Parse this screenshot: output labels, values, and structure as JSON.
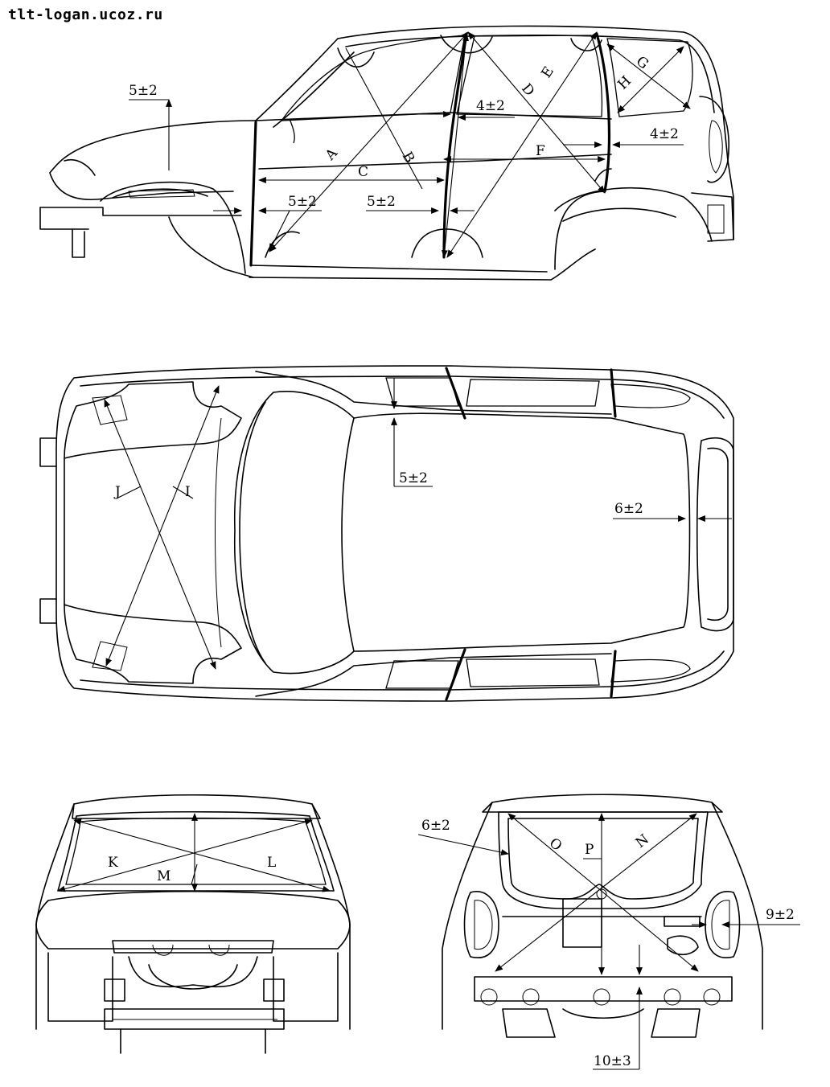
{
  "watermark": "tlt-logan.ucoz.ru",
  "tolerances": {
    "side_roof_front": "5±2",
    "side_belt": "4±2",
    "side_rear_pillar": "4±2",
    "side_front_door_bottom": "5±2",
    "side_center_pillar": "5±2",
    "top_roof": "5±2",
    "top_rear_window": "6±2",
    "rear_hatch_left": "6±2",
    "rear_lamp_right": "9±2",
    "rear_bottom": "10±3"
  },
  "labels": {
    "A": "A",
    "B": "B",
    "C": "C",
    "D": "D",
    "E": "E",
    "F": "F",
    "G": "G",
    "H": "H",
    "I": "I",
    "J": "J",
    "K": "K",
    "L": "L",
    "M": "M",
    "N": "N",
    "O": "O",
    "P": "P"
  }
}
